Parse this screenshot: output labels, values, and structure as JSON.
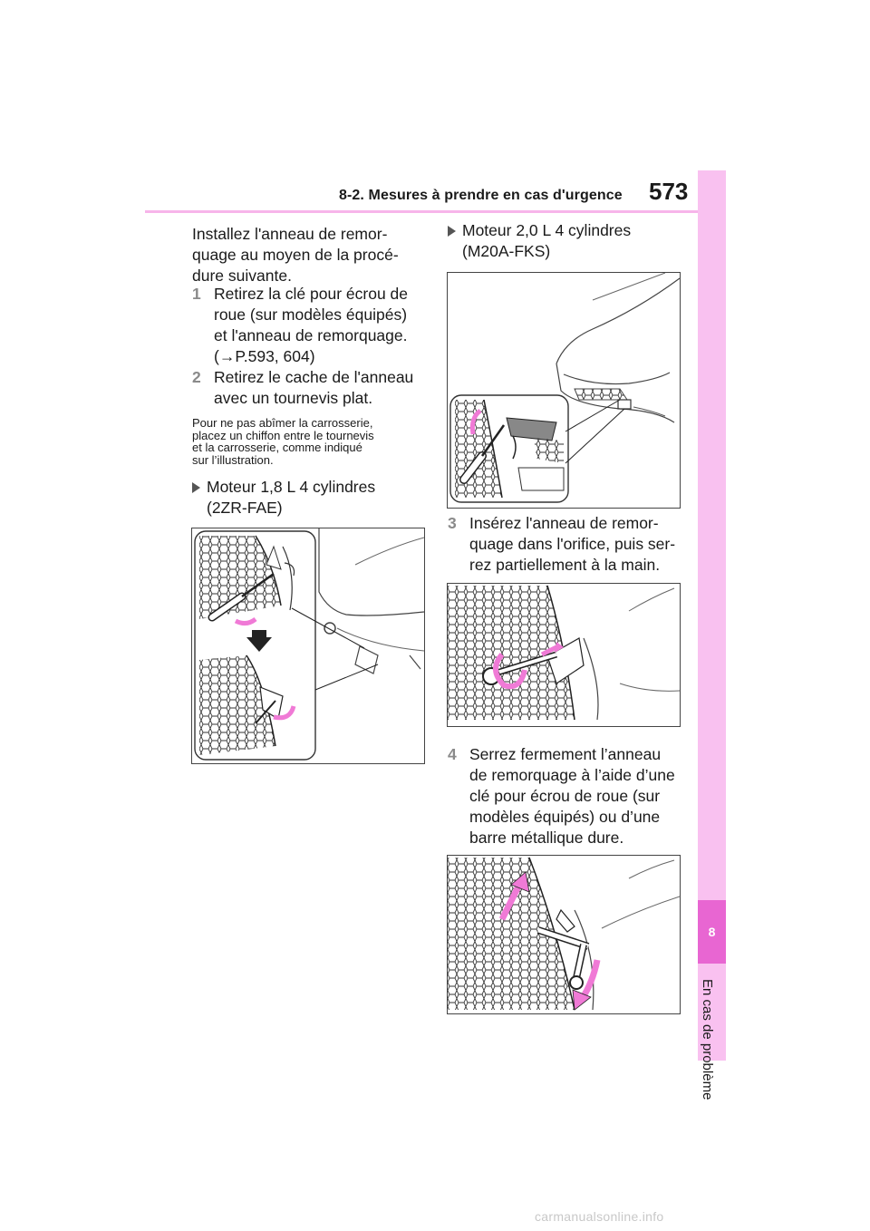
{
  "header": {
    "section_title": "8-2. Mesures à prendre en cas d'urgence",
    "page_number": "573"
  },
  "side_tab": {
    "chapter_number": "8",
    "chapter_label": "En cas de problème"
  },
  "left_column": {
    "intro_lines": [
      "Installez l'anneau de remor-",
      "quage au moyen de la procé-",
      "dure suivante."
    ],
    "step1": {
      "num": "1",
      "lines": [
        "Retirez la clé pour écrou de",
        "roue (sur modèles équipés)",
        "et l'anneau de remorquage.",
        "(→P.593, 604)"
      ]
    },
    "step2": {
      "num": "2",
      "lines": [
        "Retirez le cache de l'anneau",
        "avec un tournevis plat."
      ]
    },
    "note_lines": [
      "Pour ne pas abîmer la carrosserie,",
      "placez un chiffon entre le tournevis",
      "et la carrosserie, comme indiqué",
      "sur l’illustration."
    ],
    "engine_a": {
      "lines": [
        "Moteur 1,8 L 4 cylindres",
        "(2ZR-FAE)"
      ]
    }
  },
  "right_column": {
    "engine_b": {
      "lines": [
        "Moteur 2,0 L 4 cylindres",
        "(M20A-FKS)"
      ]
    },
    "step3": {
      "num": "3",
      "lines": [
        "Insérez l'anneau de remor-",
        "quage dans l'orifice, puis ser-",
        "rez partiellement à la main."
      ]
    },
    "step4": {
      "num": "4",
      "lines": [
        "Serrez fermement l’anneau",
        "de remorquage à l’aide d’une",
        "clé pour écrou de roue (sur",
        "modèles équipés) ou d’une",
        "barre métallique dure."
      ]
    }
  },
  "colors": {
    "accent_pink": "#e866d2",
    "tab_pink": "#f9c1f0",
    "arrow_pink": "#f07ad6"
  },
  "footer": {
    "watermark": "carmanualsonline.info"
  }
}
